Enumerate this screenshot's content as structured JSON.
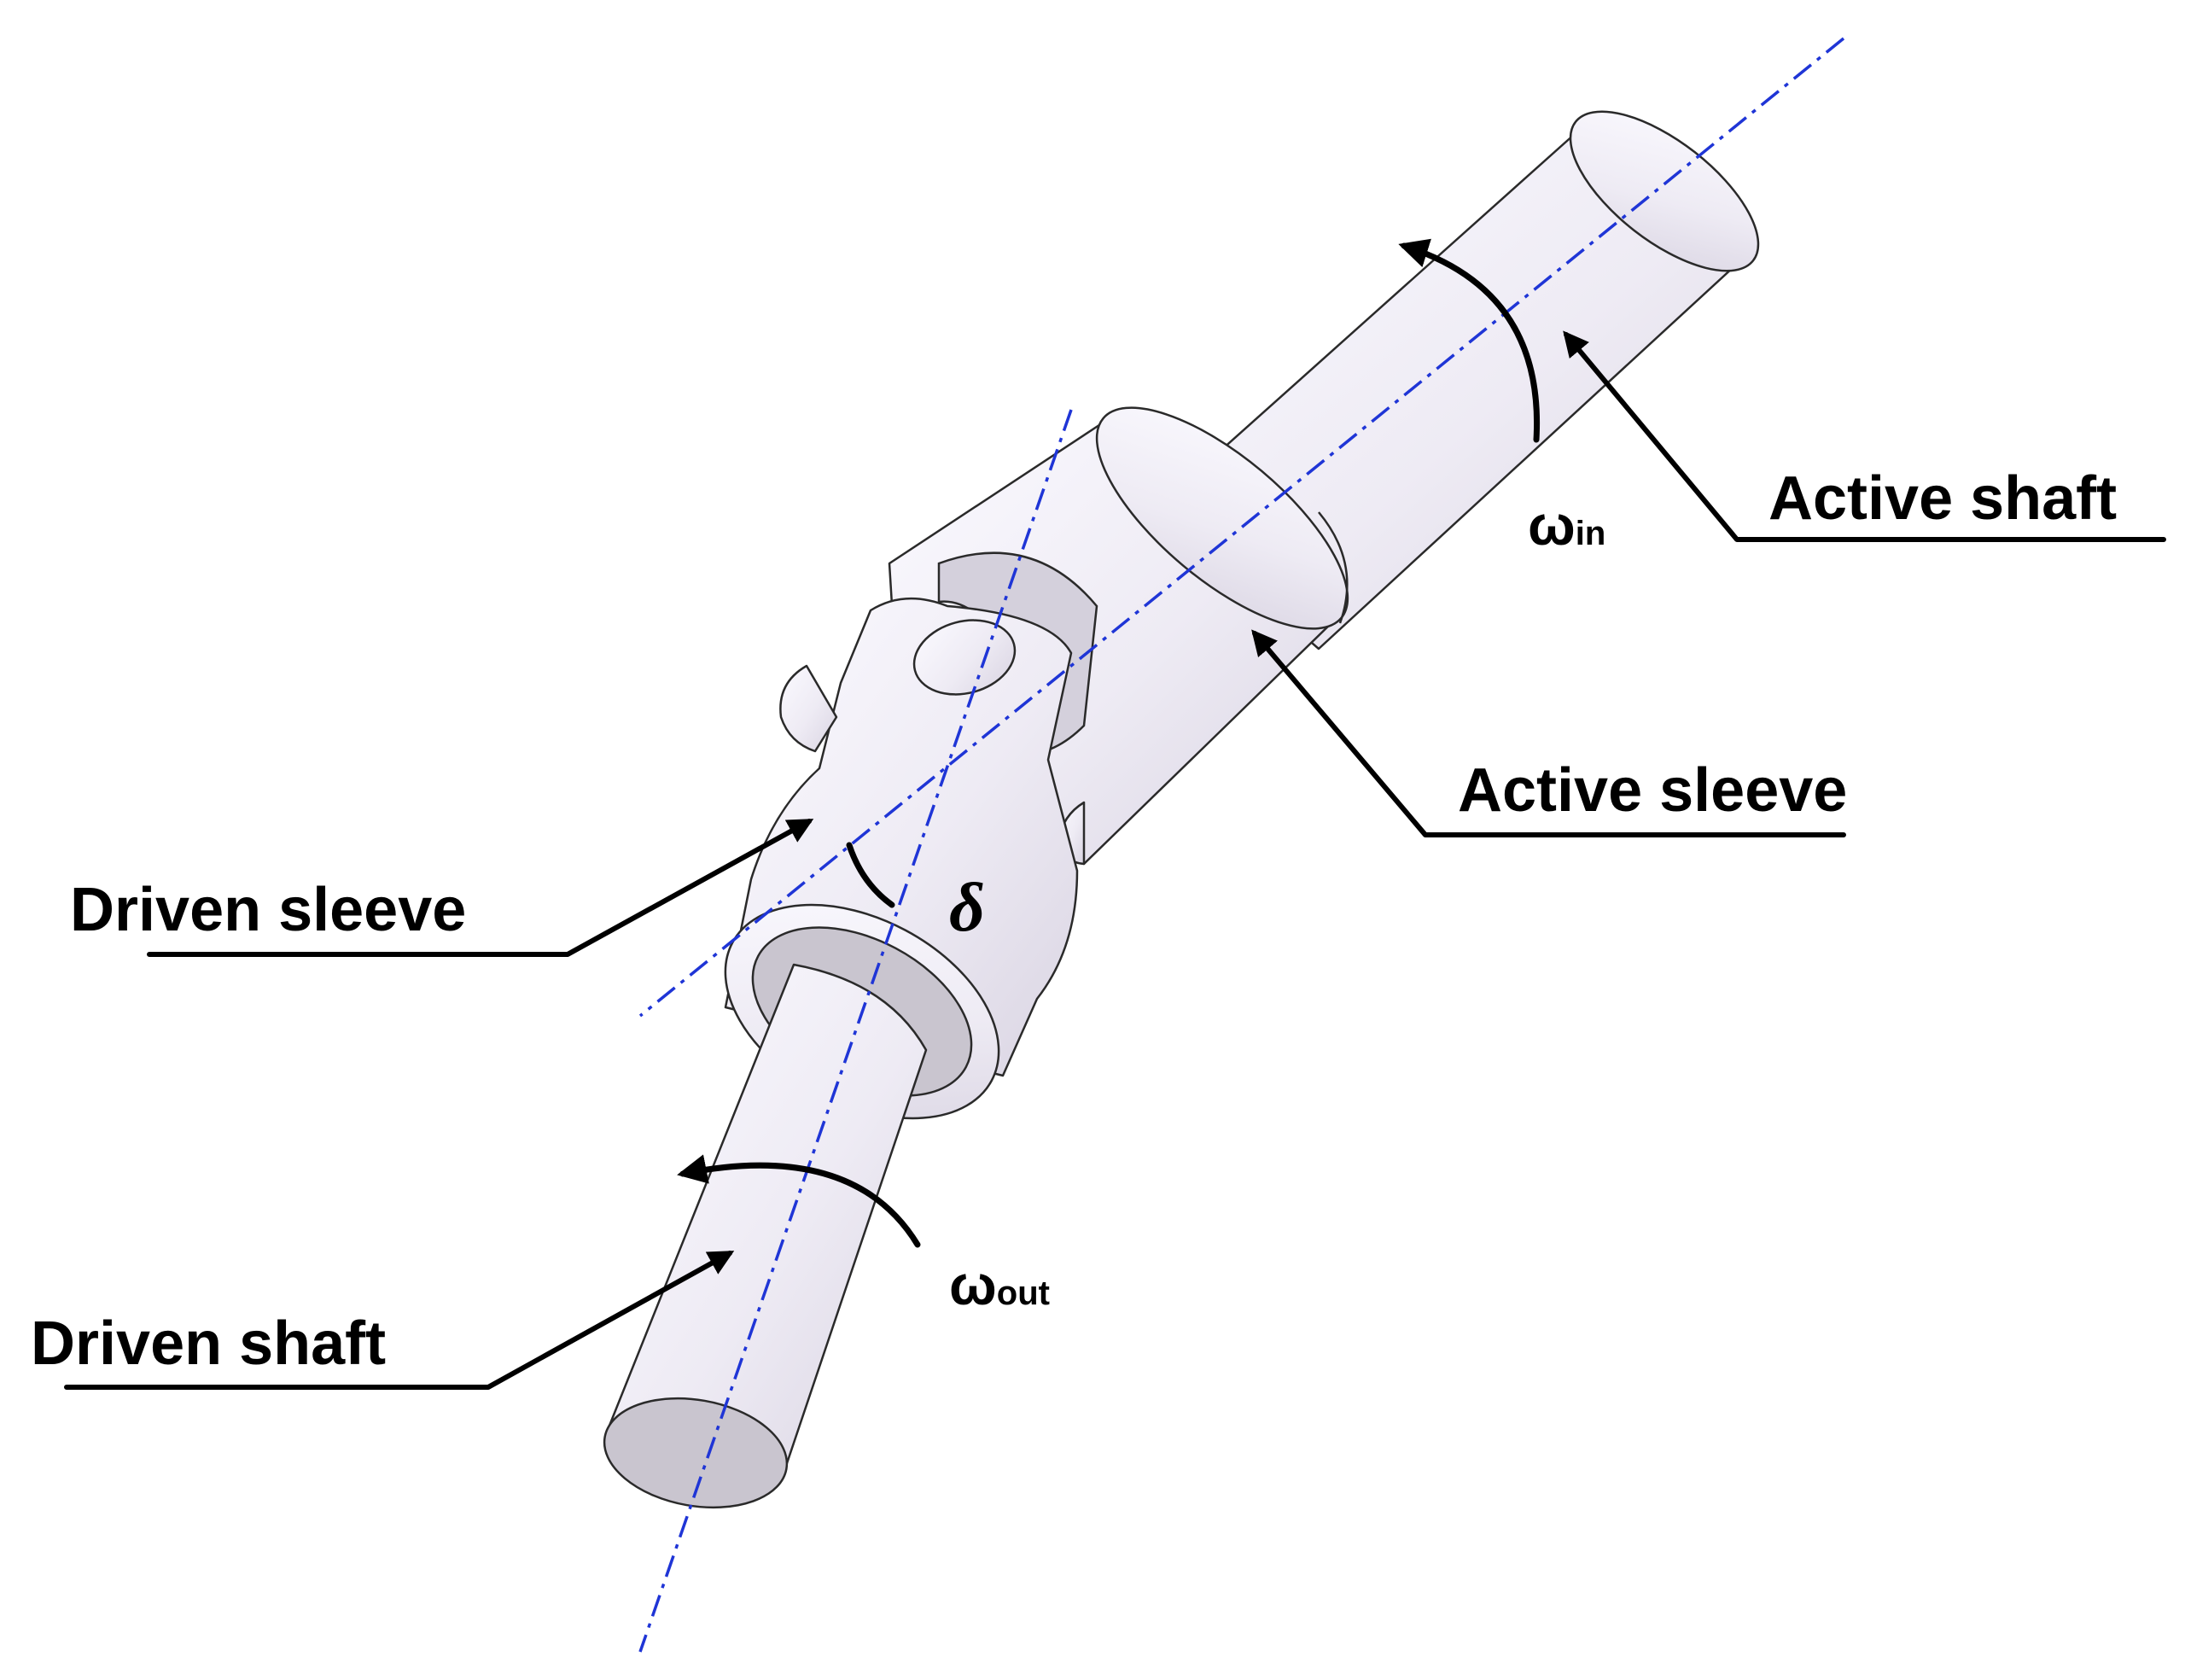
{
  "labels": {
    "active_shaft": "Active shaft",
    "active_sleeve": "Active sleeve",
    "driven_sleeve": "Driven sleeve",
    "driven_shaft": "Driven shaft"
  },
  "symbols": {
    "omega": "ω",
    "in_sub": "in",
    "out_sub": "out",
    "delta": "δ"
  },
  "colors": {
    "axis": "#1f35d6",
    "part_fill": "#f1eff6",
    "outline": "#2a2a2a",
    "annotation": "#000000"
  }
}
